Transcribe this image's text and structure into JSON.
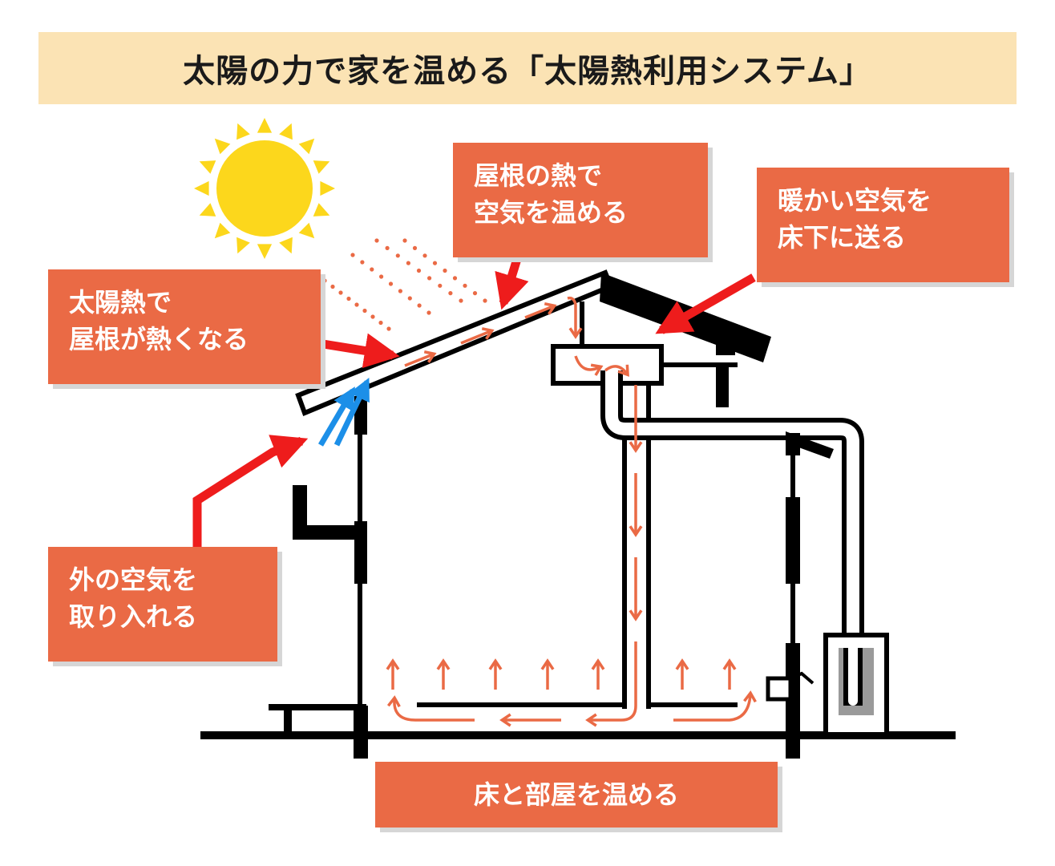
{
  "title": "太陽の力で家を温める「太陽熱利用システム」",
  "labels": {
    "solar_heat": "太陽熱で\n屋根が熱くなる",
    "roof_heat": "屋根の熱で\n空気を温める",
    "warm_air": "暖かい空気を\n床下に送る",
    "outside_air": "外の空気を\n取り入れる",
    "floor": "床と部屋を温める"
  },
  "colors": {
    "title_band": "#fbe3b4",
    "label_box": "#ea6a45",
    "callout_arrow": "#ee1c1c",
    "flow_arrow": "#ea6a45",
    "intake_arrow": "#1c8fe8",
    "sun": "#fcd71c",
    "structure": "#000000",
    "tank_fill": "#9a9a9a"
  },
  "icons": [
    "sun-icon",
    "house-cross-section",
    "flow-arrow-icon"
  ]
}
